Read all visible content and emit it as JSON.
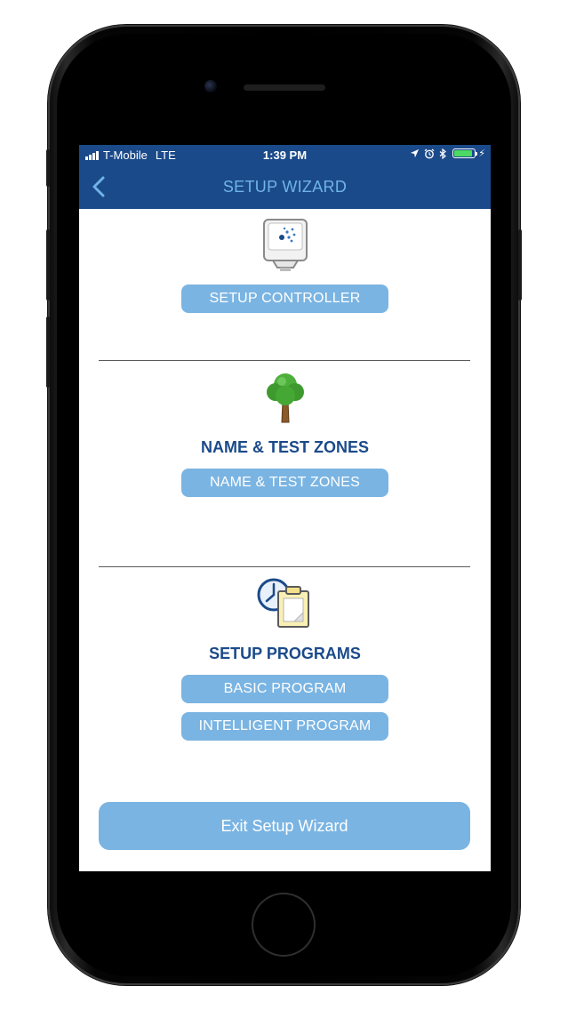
{
  "status_bar": {
    "carrier": "T-Mobile",
    "network": "LTE",
    "time": "1:39 PM",
    "battery_color": "#4cd964",
    "battery_level": 0.9,
    "icons": [
      "location-arrow-icon",
      "alarm-icon",
      "bluetooth-icon",
      "battery-icon",
      "charging-bolt-icon"
    ]
  },
  "nav": {
    "title": "SETUP WIZARD",
    "back_icon": "chevron-left-icon"
  },
  "sections": {
    "controller": {
      "icon": "controller-icon",
      "button": "SETUP CONTROLLER"
    },
    "zones": {
      "icon": "tree-icon",
      "heading": "NAME & TEST ZONES",
      "button": "NAME & TEST ZONES"
    },
    "programs": {
      "icon": "clock-clipboard-icon",
      "heading": "SETUP PROGRAMS",
      "basic_button": "BASIC PROGRAM",
      "intelligent_button": "INTELLIGENT PROGRAM"
    }
  },
  "exit_button": "Exit Setup Wizard",
  "colors": {
    "nav_background": "#1b4a8a",
    "nav_title": "#6fb4e6",
    "button": "#7ab4e2",
    "heading": "#1b4a8a"
  }
}
